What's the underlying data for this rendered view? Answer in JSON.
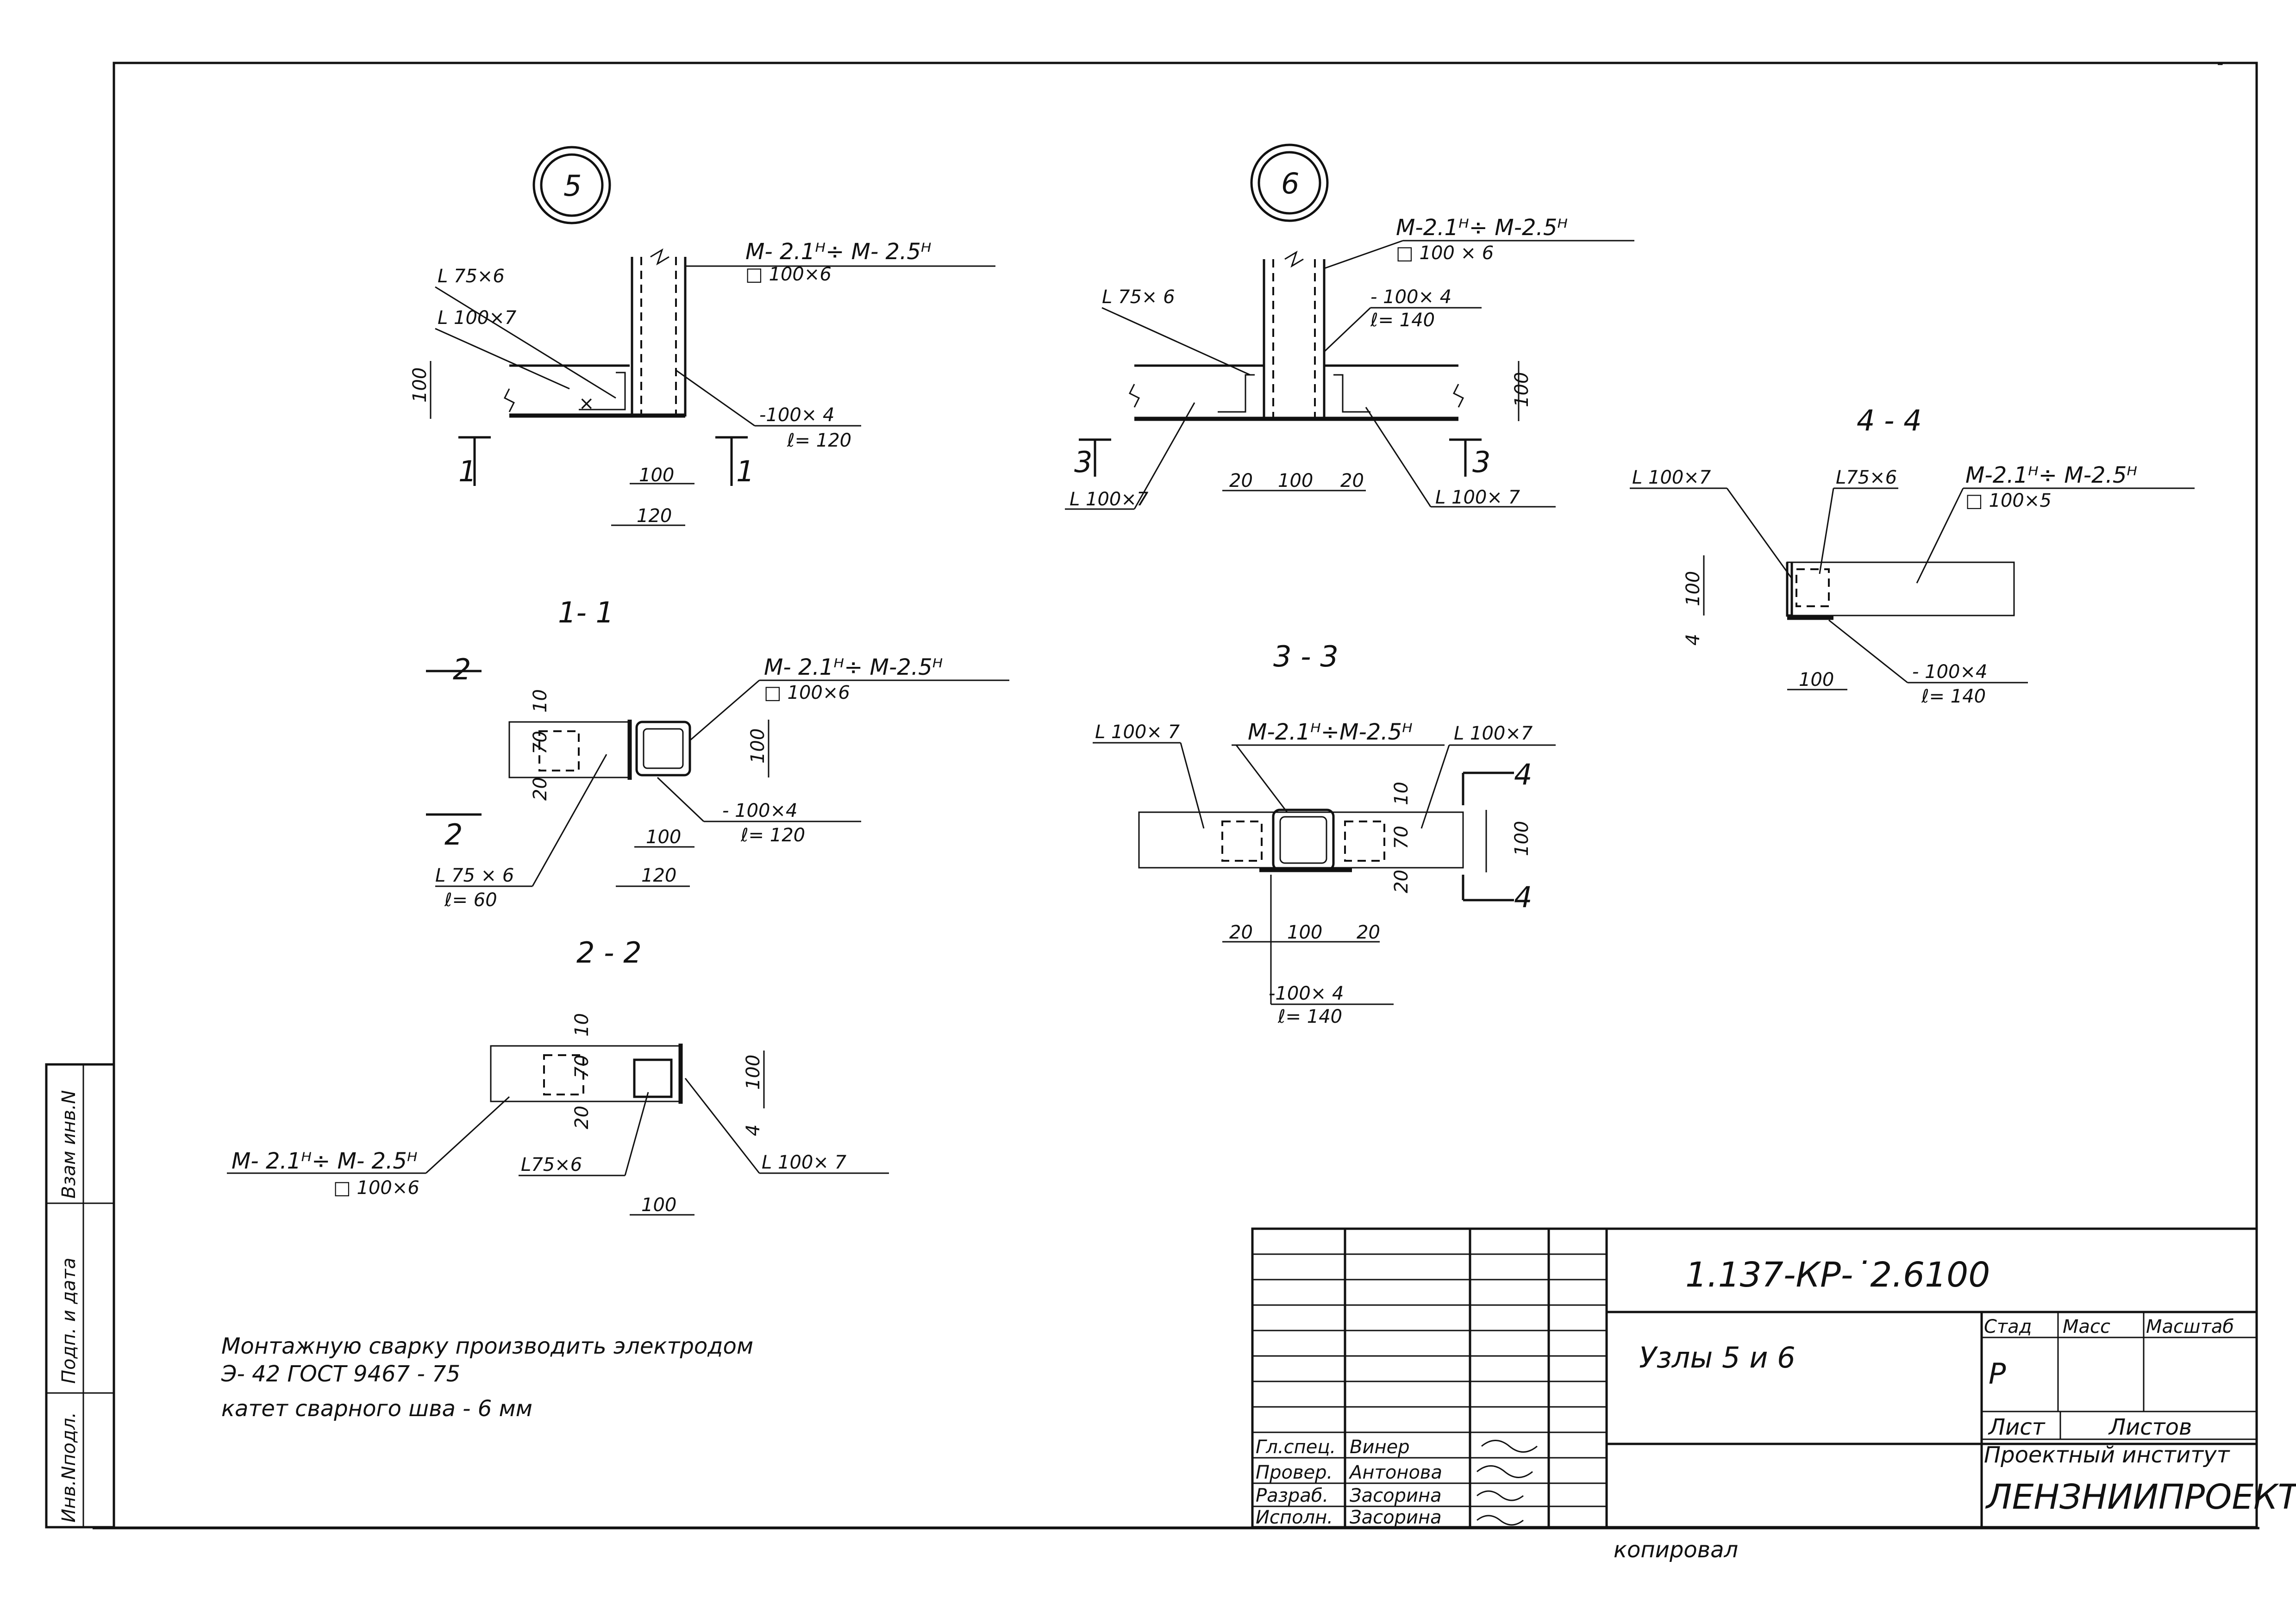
{
  "frame_mark": "-",
  "nodes": {
    "node5": {
      "number": "5",
      "labels": {
        "member": "M- 2.1ᴴ÷ M- 2.5ᴴ",
        "tube": "□ 100×6",
        "angle_small": "L 75×6",
        "angle_big": "L 100×7",
        "plate": "-100× 4",
        "plate_len": "ℓ= 120",
        "dim_h": "100",
        "dim_100": "100",
        "dim_120": "120",
        "cut": "1"
      }
    },
    "node6": {
      "number": "6",
      "labels": {
        "member": "M-2.1ᴴ÷ M-2.5ᴴ",
        "tube": "□ 100 × 6",
        "angle_small": "L 75× 6",
        "plate": "- 100× 4",
        "plate_len": "ℓ= 140",
        "angle_left": "L 100×7",
        "angle_right": "L 100× 7",
        "dim_h": "100",
        "dim_20a": "20",
        "dim_100": "100",
        "dim_20b": "20",
        "cut": "3"
      }
    }
  },
  "sections": {
    "s11": {
      "title": "1- 1",
      "member": "M- 2.1ᴴ÷ M-2.5ᴴ",
      "tube": "□ 100×6",
      "plate": "- 100×4",
      "plate_len": "ℓ= 120",
      "angle": "L 75 × 6",
      "angle_len": "ℓ= 60",
      "dim_10": "10",
      "dim_70": "70",
      "dim_20": "20",
      "dim_100v": "100",
      "dim_100": "100",
      "dim_120": "120",
      "cut": "2"
    },
    "s22": {
      "title": "2 - 2",
      "member": "M- 2.1ᴴ÷ M- 2.5ᴴ",
      "tube": "□ 100×6",
      "angle_small": "L75×6",
      "angle_big": "L 100× 7",
      "dim_10": "10",
      "dim_70": "70",
      "dim_20": "20",
      "dim_100v": "100",
      "dim_4": "4",
      "dim_100": "100"
    },
    "s33": {
      "title": "3 - 3",
      "angle_left": "L 100× 7",
      "member": "M-2.1ᴴ÷M-2.5ᴴ",
      "angle_right": "L 100×7",
      "plate": "-100× 4",
      "plate_len": "ℓ= 140",
      "dim_10": "10",
      "dim_70": "70",
      "dim_20": "20",
      "dim_100v": "100",
      "dim_20a": "20",
      "dim_100": "100",
      "dim_20b": "20",
      "cut": "4"
    },
    "s44": {
      "title": "4 - 4",
      "angle_big": "L 100×7",
      "angle_small": "L75×6",
      "member": "M-2.1ᴴ÷ M-2.5ᴴ",
      "tube": "□ 100×5",
      "plate": "- 100×4",
      "plate_len": "ℓ= 140",
      "dim_100v": "100",
      "dim_4": "4",
      "dim_100": "100"
    }
  },
  "notes": {
    "line1": "Монтажную   сварку    производить    электродом",
    "line2": "Э- 42     ГОСТ    9467 - 75",
    "line3": "катет сварного     шва -  6 мм"
  },
  "side_stamp": {
    "inv": "Взам инв.N",
    "sign": "Подп. и дата",
    "orig": "Инв.Nподл."
  },
  "title_block": {
    "doc_code": "1.137-КР-˙2.6100",
    "doc_title": "Узлы  5 и 6",
    "col_stage": "Стад",
    "col_mass": "Масс",
    "col_scale": "Масштаб",
    "stage_value": "Р",
    "sheet": "Лист",
    "sheets": "Листов",
    "institute": "Проектный институт",
    "institute_name": "ЛЕНЗНИИПРОЕКТ",
    "roles": [
      {
        "role": "Гл.спец.",
        "name": "Винер"
      },
      {
        "role": "Провер.",
        "name": "Антонова"
      },
      {
        "role": "Разраб.",
        "name": "Засорина"
      },
      {
        "role": "Исполн.",
        "name": "Засорина"
      }
    ]
  },
  "copied": "копировал"
}
